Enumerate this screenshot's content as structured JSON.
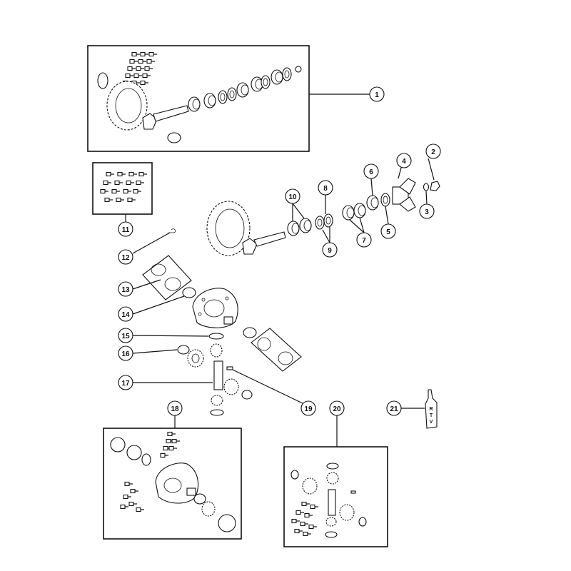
{
  "diagram": {
    "callouts": [
      "1",
      "2",
      "3",
      "4",
      "5",
      "6",
      "7",
      "8",
      "9",
      "10",
      "11",
      "12",
      "13",
      "14",
      "15",
      "16",
      "17",
      "18",
      "19",
      "20",
      "21"
    ],
    "tube_label": [
      "R",
      "T",
      "V"
    ]
  },
  "colors": {
    "line": "#111111",
    "background": "#ffffff"
  },
  "icons": [
    "ring-gear-pinion-icon",
    "bolt-icon",
    "bearing-cup-icon",
    "bearing-cone-icon",
    "shim-icon",
    "yoke-icon",
    "nut-icon",
    "washer-icon",
    "seal-icon",
    "differential-case-icon",
    "side-gear-icon",
    "pinion-mate-icon",
    "thrust-washer-icon",
    "pinion-shaft-icon",
    "roll-pin-icon",
    "rtv-tube-icon"
  ]
}
